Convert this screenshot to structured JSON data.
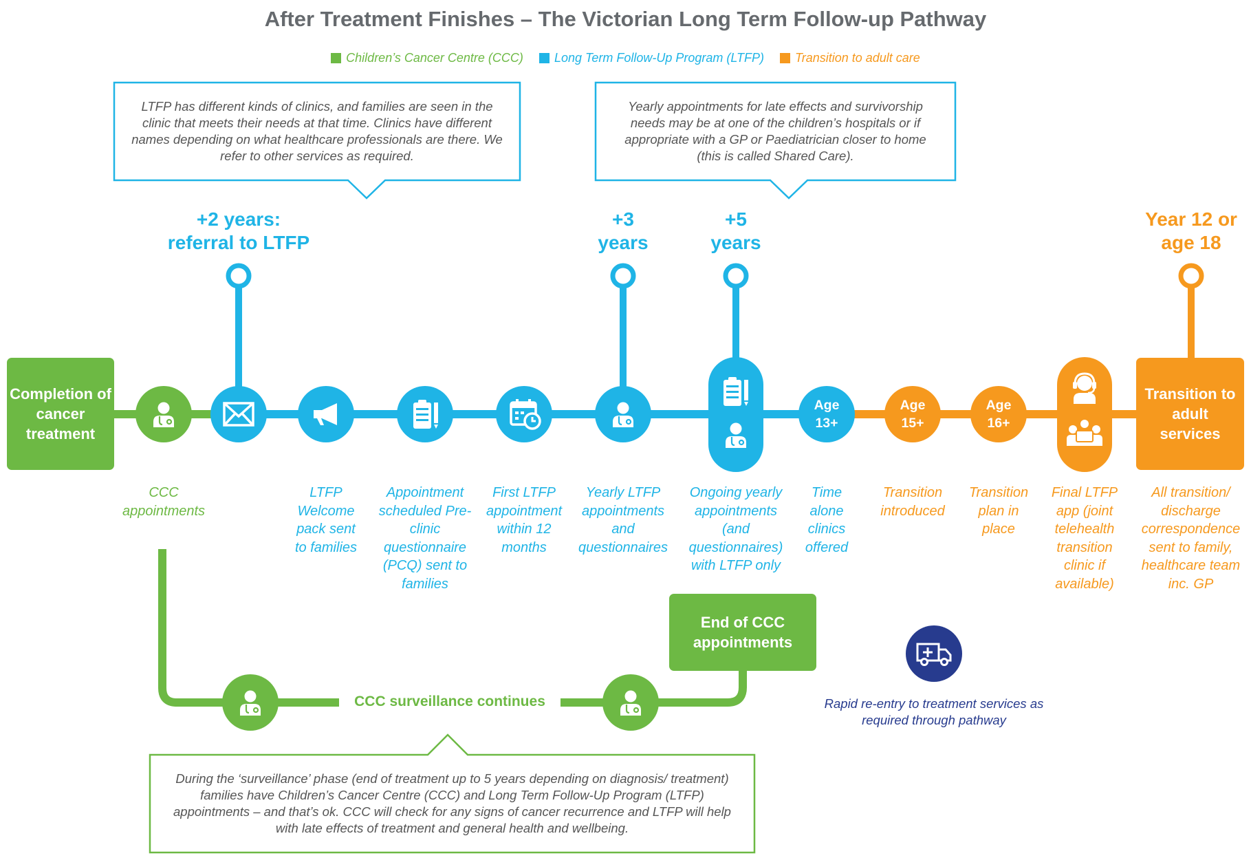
{
  "title": "After Treatment Finishes – The Victorian Long Term Follow-up Pathway",
  "colors": {
    "ccc": "#6db944",
    "ltfp": "#1fb4e6",
    "transition": "#f6991e",
    "rapid": "#273b8e",
    "callout_text": "#555555"
  },
  "legend": [
    {
      "label": "Children’s Cancer Centre (CCC)",
      "color": "#6db944"
    },
    {
      "label": "Long Term Follow-Up Program (LTFP)",
      "color": "#1fb4e6"
    },
    {
      "label": "Transition to adult care",
      "color": "#f6991e"
    }
  ],
  "callouts": {
    "ltfp_clinics": "LTFP has different kinds of clinics, and families are seen in the clinic that meets their needs at that time. Clinics have different names depending on what healthcare professionals are there. We refer to other services as required.",
    "yearly_appointments": "Yearly appointments for late effects and survivorship needs may be at one of the children’s hospitals or if appropriate with a GP or Paediatrician closer to home (this is called Shared Care).",
    "surveillance": "During the ‘surveillance’ phase (end of treatment up to 5 years depending on diagnosis/ treatment) families have Children’s Cancer Centre (CCC) and Long Term Follow-Up Program (LTFP) appointments – and that’s ok. CCC will check for any signs of cancer recurrence and LTFP will help with late effects of treatment and general health and wellbeing."
  },
  "milestones": {
    "referral": [
      "+2 years:",
      "referral to LTFP"
    ],
    "three_years": [
      "+3",
      "years"
    ],
    "five_years": [
      "+5",
      "years"
    ],
    "year12": [
      "Year 12 or",
      "age 18"
    ]
  },
  "boxes": {
    "completion": "Completion of cancer treatment",
    "transition": "Transition to adult services",
    "end_ccc": "End of CCC appointments"
  },
  "ages": {
    "age13": [
      "Age",
      "13+"
    ],
    "age15": [
      "Age",
      "15+"
    ],
    "age16": [
      "Age",
      "16+"
    ]
  },
  "nodes": {
    "ccc_appointments": "CCC appointments",
    "welcome_pack": "LTFP Welcome pack sent to families",
    "appointment_scheduled": "Appointment scheduled Pre-clinic questionnaire (PCQ) sent to families",
    "first_appointment": "First LTFP appointment within 12 months",
    "yearly": "Yearly LTFP appointments and questionnaires",
    "ongoing": "Ongoing yearly appointments (and questionnaires) with LTFP only",
    "time_alone": "Time alone clinics offered",
    "transition_introduced": "Transition introduced",
    "transition_plan": "Transition plan in place",
    "final_app": "Final LTFP app (joint telehealth transition clinic if available)",
    "all_transition": "All transition/ discharge correspondence sent to family, healthcare team inc. GP"
  },
  "surveillance_label": "CCC surveillance continues",
  "rapid_reentry": "Rapid re-entry to treatment services as required through pathway"
}
